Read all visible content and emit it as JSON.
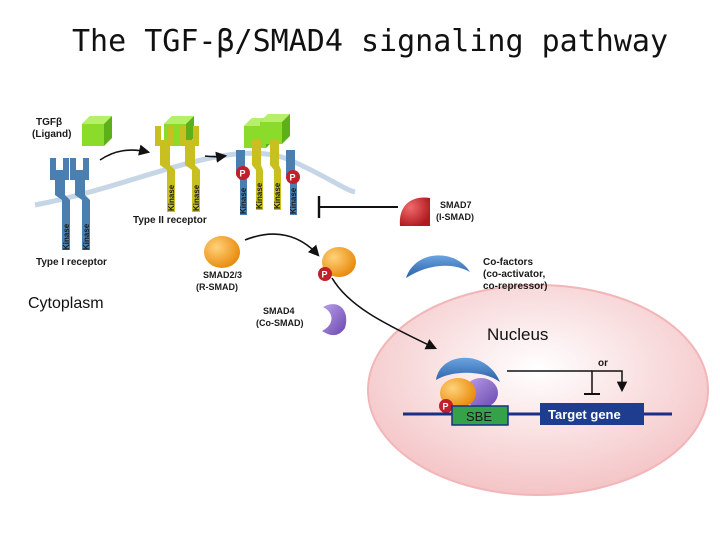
{
  "title": "The TGF-β/SMAD4 signaling pathway",
  "labels": {
    "tgfb_line1": "TGFβ",
    "tgfb_line2": "(Ligand)",
    "type1": "Type I receptor",
    "type2": "Type II receptor",
    "cytoplasm": "Cytoplasm",
    "smad23_line1": "SMAD2/3",
    "smad23_line2": "(R-SMAD)",
    "smad4_line1": "SMAD4",
    "smad4_line2": "(Co-SMAD)",
    "smad7_line1": "SMAD7",
    "smad7_line2": "(I-SMAD)",
    "cof_line1": "Co-factors",
    "cof_line2": "(co-activator,",
    "cof_line3": "co-repressor)",
    "nucleus": "Nucleus",
    "or": "or",
    "sbe": "SBE",
    "target_gene": "Target gene",
    "kinase": "Kinase",
    "p": "P"
  },
  "colors": {
    "ligand": "#7ed321",
    "type1_receptor": "#4a7fb0",
    "type2_receptor": "#c8c020",
    "smad23": "#f59b12",
    "smad4": "#8a62c8",
    "smad7": "#d0252c",
    "cofactor": "#3b79c2",
    "phospho": "#c0202a",
    "nucleus_fill": "#f8d9d9",
    "dna": "#1a2f8a",
    "sbe_box": "#35a24a",
    "target_gene_box": "#1f3d8f"
  }
}
